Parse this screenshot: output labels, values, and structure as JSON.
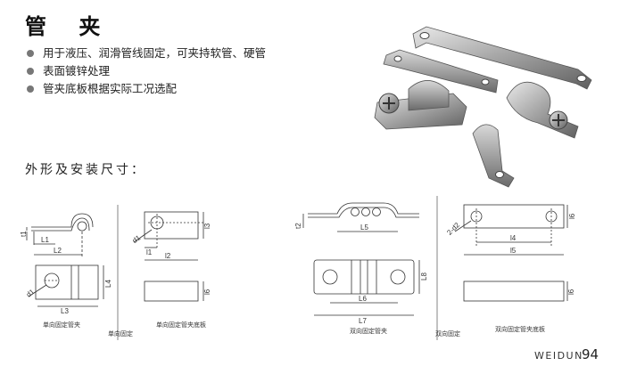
{
  "title": "管 夹",
  "bullets": [
    "用于液压、润滑管线固定，可夹持软管、硬管",
    "表面镀锌处理",
    "管夹底板根据实际工况选配"
  ],
  "dimensions_heading": "外形及安装尺寸：",
  "captions": {
    "single_clamp": "单向固定管夹",
    "single_side": "单向固定",
    "single_plate": "单向固定管夹底板",
    "double_clamp": "双向固定管夹",
    "double_side": "双向固定",
    "double_plate": "双向固定管夹底板"
  },
  "dimension_labels": {
    "t1": "t1",
    "L1": "L1",
    "L2": "L2",
    "d1": "d1",
    "l1": "l1",
    "l2": "l2",
    "l3": "l3",
    "L3": "L3",
    "L4": "L4",
    "l6a": "l6",
    "t2": "t2",
    "L5": "L5",
    "L6": "L6",
    "L7": "L7",
    "L8": "L8",
    "d2": "2-d2",
    "l4": "l4",
    "l5": "l5",
    "l6b": "l6",
    "l6c": "l6"
  },
  "footer": {
    "brand": "WEIDUN",
    "page": "94"
  }
}
